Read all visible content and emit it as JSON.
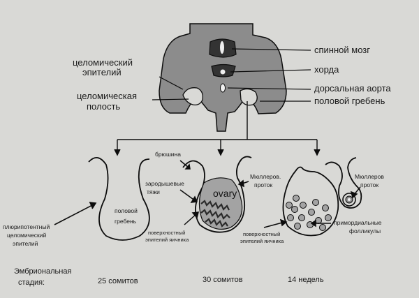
{
  "labels": {
    "spinal_cord": "спинной мозг",
    "notochord": "хорда",
    "dorsal_aorta": "дорсальная аорта",
    "genital_ridge": "половой гребень",
    "coelomic_epithelium_l1": "целомический",
    "coelomic_epithelium_l2": "эпителий",
    "coelomic_cavity_l1": "целомическая",
    "coelomic_cavity_l2": "полость",
    "peritoneum": "брюшина",
    "sex_cords_l1": "зародышевые",
    "sex_cords_l2": "тяжи",
    "mullerian_duct_1_l1": "Мюллеров.",
    "mullerian_duct_1_l2": "проток",
    "mullerian_duct_2_l1": "Мюллеров",
    "mullerian_duct_2_l2": "проток",
    "stage1_ridge_l1": "половой",
    "stage1_ridge_l2": "гребень",
    "pluripotent_l1": "плюрипотентный",
    "pluripotent_l2": "целомический",
    "pluripotent_l3": "эпителий",
    "ovary": "ovary",
    "ovarian_surface_1_l1": "поверхностный",
    "ovarian_surface_1_l2": "эпителий яичника",
    "ovarian_surface_2_l1": "поверхностный",
    "ovarian_surface_2_l2": "эпителий яичника",
    "primordial_follicles_l1": "примордиальные",
    "primordial_follicles_l2": "фолликулы",
    "embryonic_stage_l1": "Эмбриональная",
    "embryonic_stage_l2": "стадия:",
    "stage_25": "25 сомитов",
    "stage_30": "30 сомитов",
    "stage_14w": "14 недель"
  },
  "colors": {
    "background": "#d9d9d6",
    "tissue": "#8c8c8c",
    "ovary_fill": "#a3a3a3",
    "cord_fill": "#2a2a2a",
    "light": "#efefef",
    "stroke": "#0d0d0d"
  }
}
